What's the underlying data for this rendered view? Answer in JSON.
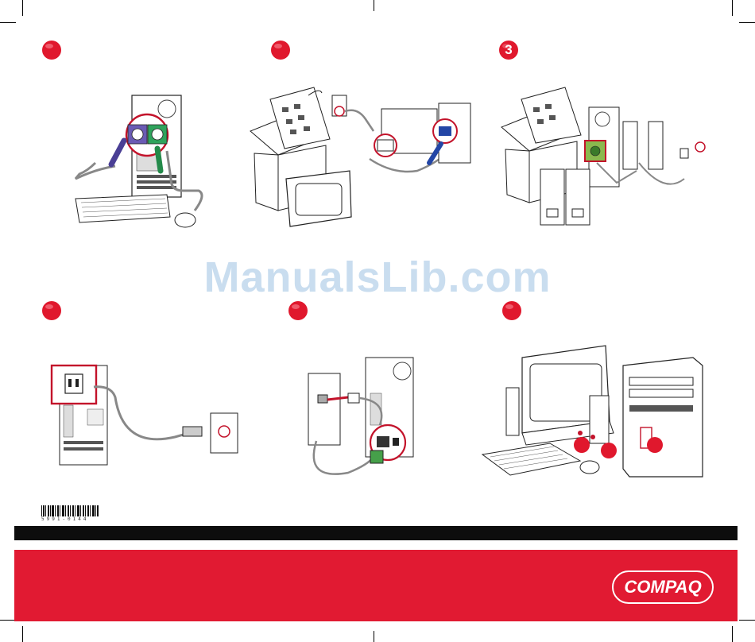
{
  "watermark": "ManualsLib.com",
  "steps": [
    {
      "id": "keyboard-mouse",
      "number": ""
    },
    {
      "id": "monitor",
      "number": ""
    },
    {
      "id": "speakers",
      "number": "3"
    },
    {
      "id": "power",
      "number": ""
    },
    {
      "id": "modem",
      "number": ""
    },
    {
      "id": "power-on",
      "number": ""
    }
  ],
  "barcode_number": "5991-0144",
  "brand": {
    "logo_text": "COMPAQ"
  },
  "colors": {
    "brand_red": "#e11a32",
    "badge_red": "#e0182d",
    "keyboard_port": "#6a5bb4",
    "mouse_port": "#2fa35c",
    "monitor_connector": "#2346a6",
    "line_connector": "#46a04a",
    "watermark": "#c9ddef"
  }
}
